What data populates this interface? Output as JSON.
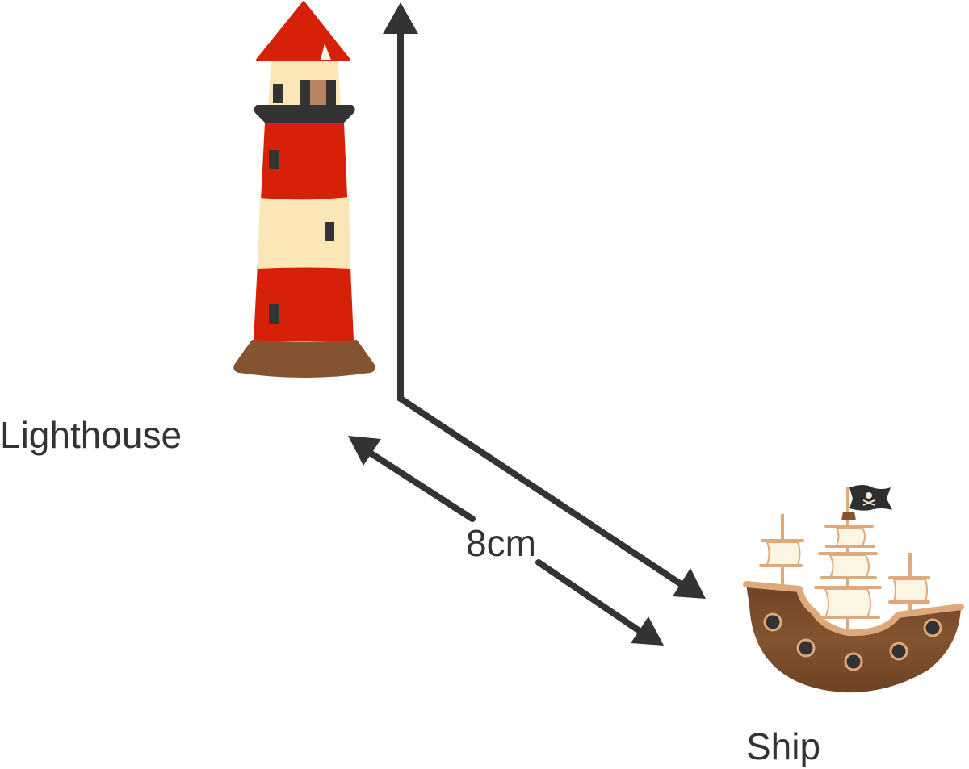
{
  "diagram": {
    "labels": {
      "lighthouse": "Lighthouse",
      "ship": "Ship",
      "distance": "8cm"
    },
    "colors": {
      "arrow": "#333333",
      "lighthouse_red": "#d62007",
      "lighthouse_cream": "#fbe6b8",
      "lighthouse_band": "#333333",
      "lighthouse_base": "#83542f",
      "lighthouse_door": "#b88560",
      "ship_hull": "#7d4e2c",
      "ship_trim": "#deaa7c",
      "ship_sail": "#fdf5e4",
      "ship_porthole": "#333333",
      "flag": "#2e2e2e"
    },
    "elements": [
      {
        "name": "lighthouse",
        "type": "illustration"
      },
      {
        "name": "ship",
        "type": "illustration"
      },
      {
        "name": "north-arrow",
        "type": "arrow",
        "direction": "up"
      },
      {
        "name": "bearing-arrow",
        "type": "arrow",
        "direction": "down-right"
      },
      {
        "name": "distance-arrow",
        "type": "double-arrow",
        "label": "8cm"
      }
    ]
  }
}
